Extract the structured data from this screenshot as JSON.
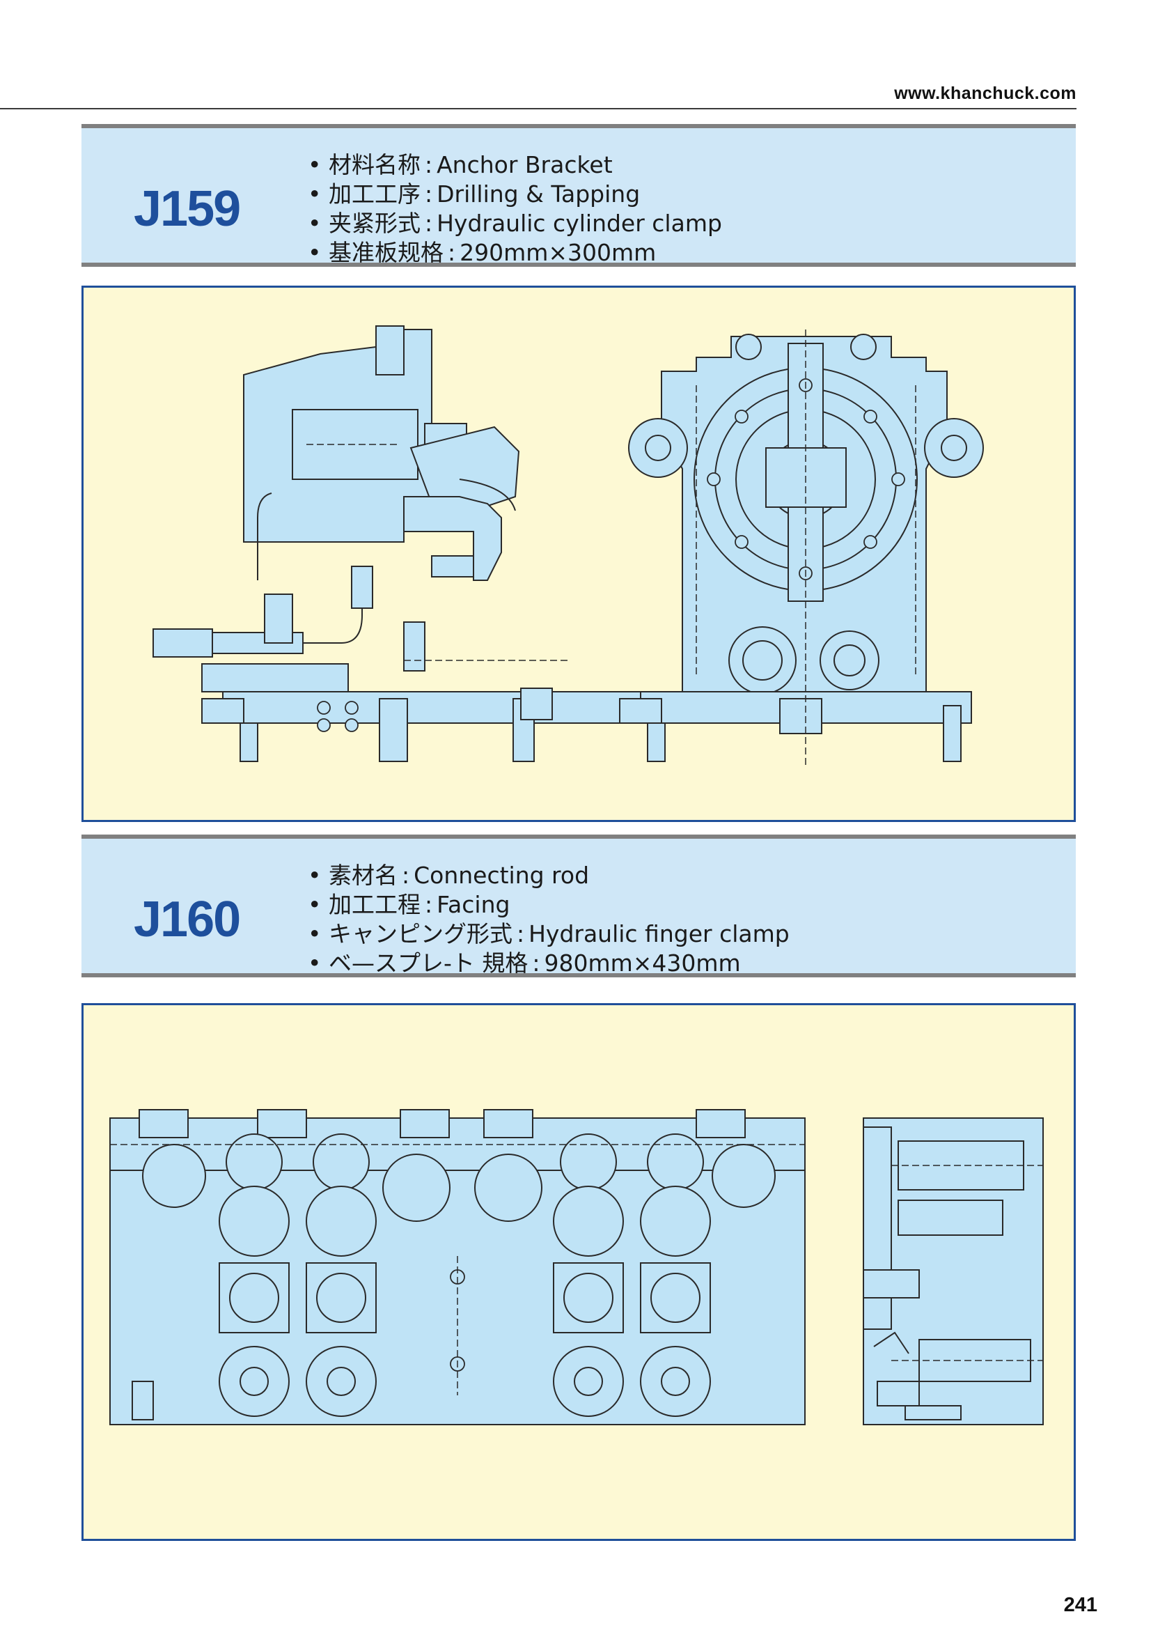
{
  "site_url": "www.khanchuck.com",
  "page_number": "241",
  "fixtures": [
    {
      "code": "J159",
      "specs": [
        {
          "label": "材料名称",
          "value": "Anchor Bracket"
        },
        {
          "label": "加工工序",
          "value": "Drilling & Tapping"
        },
        {
          "label": "夹紧形式",
          "value": "Hydraulic cylinder clamp"
        },
        {
          "label": "基准板规格",
          "value": "290mm×300mm"
        }
      ]
    },
    {
      "code": "J160",
      "specs": [
        {
          "label": "素材名",
          "value": "Connecting rod"
        },
        {
          "label": "加工工程",
          "value": "Facing"
        },
        {
          "label": "キャンピング形式",
          "value": "Hydraulic finger clamp"
        },
        {
          "label": "ベ—スプレ-ト 規格",
          "value": "980mm×430mm"
        }
      ]
    }
  ],
  "colors": {
    "header_bg": "#cfe7f7",
    "panel_bg": "#fdf9d4",
    "part_fill": "#bfe3f6",
    "code_blue": "#1e4f9c",
    "panel_border": "#1f4f9a"
  }
}
